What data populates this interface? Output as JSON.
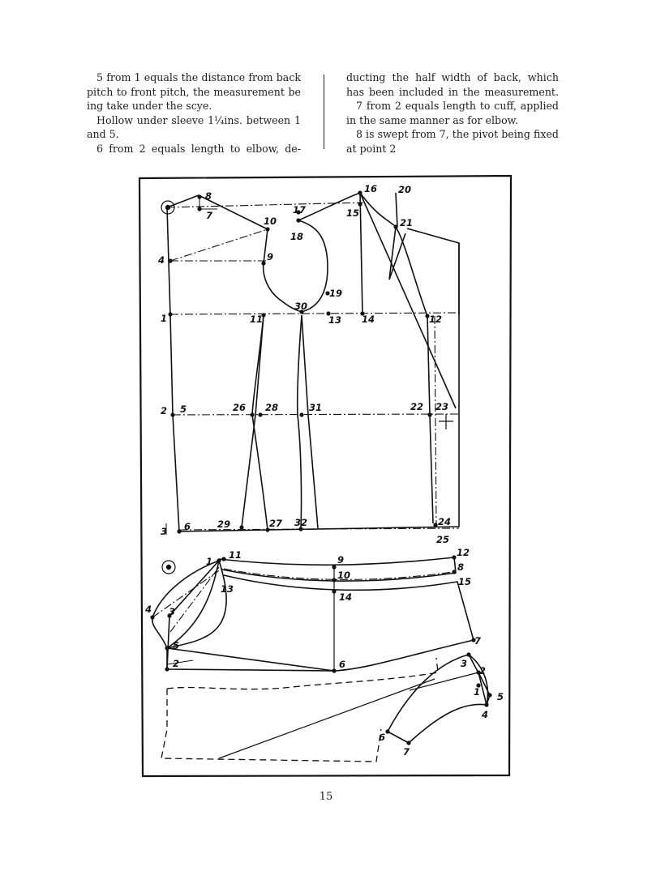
{
  "text": {
    "left_column": [
      "5 from 1 equals the distance from back",
      "pitch to front pitch, the measurement be",
      "ing take under the scye.",
      "Hollow under sleeve 1¼ins. between 1",
      "and 5.",
      "6 from 2 equals length to elbow, de-"
    ],
    "right_column": [
      "ducting the half width of back, which",
      "has been included in the measurement.",
      "7 from 2 equals length to cuff, applied",
      "in the same manner as for elbow.",
      "8 is swept from 7, the pivot being fixed",
      "at point 2"
    ]
  },
  "diagram": {
    "body_points": [
      "1",
      "2",
      "3",
      "4",
      "5",
      "6",
      "7",
      "8",
      "9",
      "10",
      "11",
      "12",
      "13",
      "14",
      "15",
      "16",
      "17",
      "18",
      "19",
      "20",
      "21",
      "22",
      "23",
      "24",
      "25",
      "26",
      "27",
      "28",
      "29",
      "30",
      "31",
      "32"
    ],
    "sleeve_points": [
      "1",
      "2",
      "3",
      "4",
      "5",
      "6",
      "7",
      "8",
      "9",
      "10",
      "11",
      "12",
      "13",
      "14",
      "15"
    ],
    "cuff_points": [
      "1",
      "2",
      "3",
      "4",
      "5",
      "6",
      "7"
    ]
  },
  "page_number": "15"
}
